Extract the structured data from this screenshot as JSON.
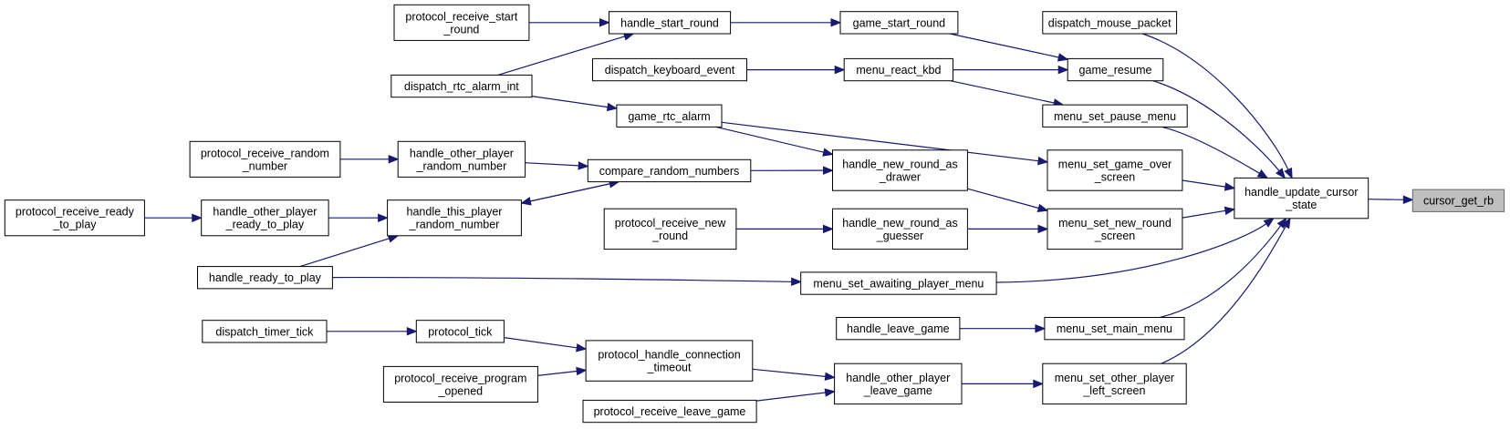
{
  "diagram": {
    "nodes": [
      {
        "id": "cursor_get_rb",
        "lines": [
          "cursor_get_rb"
        ],
        "highlight": true
      },
      {
        "id": "handle_update_cursor_state",
        "lines": [
          "handle_update_cursor",
          "_state"
        ]
      },
      {
        "id": "dispatch_mouse_packet",
        "lines": [
          "dispatch_mouse_packet"
        ]
      },
      {
        "id": "game_resume",
        "lines": [
          "game_resume"
        ]
      },
      {
        "id": "menu_set_pause_menu",
        "lines": [
          "menu_set_pause_menu"
        ]
      },
      {
        "id": "menu_set_game_over_screen",
        "lines": [
          "menu_set_game_over",
          "_screen"
        ]
      },
      {
        "id": "menu_set_new_round_screen",
        "lines": [
          "menu_set_new_round",
          "_screen"
        ]
      },
      {
        "id": "menu_set_awaiting_player_menu",
        "lines": [
          "menu_set_awaiting_player_menu"
        ]
      },
      {
        "id": "menu_set_main_menu",
        "lines": [
          "menu_set_main_menu"
        ]
      },
      {
        "id": "menu_set_other_player_left_screen",
        "lines": [
          "menu_set_other_player",
          "_left_screen"
        ]
      },
      {
        "id": "game_start_round",
        "lines": [
          "game_start_round"
        ]
      },
      {
        "id": "menu_react_kbd",
        "lines": [
          "menu_react_kbd"
        ]
      },
      {
        "id": "handle_new_round_as_drawer",
        "lines": [
          "handle_new_round_as",
          "_drawer"
        ]
      },
      {
        "id": "handle_new_round_as_guesser",
        "lines": [
          "handle_new_round_as",
          "_guesser"
        ]
      },
      {
        "id": "handle_leave_game",
        "lines": [
          "handle_leave_game"
        ]
      },
      {
        "id": "handle_other_player_leave_game",
        "lines": [
          "handle_other_player",
          "_leave_game"
        ]
      },
      {
        "id": "handle_start_round",
        "lines": [
          "handle_start_round"
        ]
      },
      {
        "id": "dispatch_keyboard_event",
        "lines": [
          "dispatch_keyboard_event"
        ]
      },
      {
        "id": "game_rtc_alarm",
        "lines": [
          "game_rtc_alarm"
        ]
      },
      {
        "id": "compare_random_numbers",
        "lines": [
          "compare_random_numbers"
        ]
      },
      {
        "id": "protocol_receive_new_round",
        "lines": [
          "protocol_receive_new",
          "_round"
        ]
      },
      {
        "id": "protocol_handle_connection_timeout",
        "lines": [
          "protocol_handle_connection",
          "_timeout"
        ]
      },
      {
        "id": "protocol_receive_leave_game",
        "lines": [
          "protocol_receive_leave_game"
        ]
      },
      {
        "id": "protocol_receive_start_round",
        "lines": [
          "protocol_receive_start",
          "_round"
        ]
      },
      {
        "id": "dispatch_rtc_alarm_int",
        "lines": [
          "dispatch_rtc_alarm_int"
        ]
      },
      {
        "id": "handle_other_player_random_number",
        "lines": [
          "handle_other_player",
          "_random_number"
        ]
      },
      {
        "id": "handle_this_player_random_number",
        "lines": [
          "handle_this_player",
          "_random_number"
        ]
      },
      {
        "id": "handle_ready_to_play",
        "lines": [
          "handle_ready_to_play"
        ]
      },
      {
        "id": "protocol_tick",
        "lines": [
          "protocol_tick"
        ]
      },
      {
        "id": "protocol_receive_program_opened",
        "lines": [
          "protocol_receive_program",
          "_opened"
        ]
      },
      {
        "id": "protocol_receive_random_number",
        "lines": [
          "protocol_receive_random",
          "_number"
        ]
      },
      {
        "id": "handle_other_player_ready_to_play",
        "lines": [
          "handle_other_player",
          "_ready_to_play"
        ]
      },
      {
        "id": "dispatch_timer_tick",
        "lines": [
          "dispatch_timer_tick"
        ]
      },
      {
        "id": "protocol_receive_ready_to_play",
        "lines": [
          "protocol_receive_ready",
          "_to_play"
        ]
      }
    ],
    "edges": [
      {
        "from": "handle_update_cursor_state",
        "to": "cursor_get_rb"
      },
      {
        "from": "dispatch_mouse_packet",
        "to": "handle_update_cursor_state"
      },
      {
        "from": "game_resume",
        "to": "handle_update_cursor_state"
      },
      {
        "from": "menu_set_pause_menu",
        "to": "handle_update_cursor_state"
      },
      {
        "from": "menu_set_game_over_screen",
        "to": "handle_update_cursor_state"
      },
      {
        "from": "menu_set_new_round_screen",
        "to": "handle_update_cursor_state"
      },
      {
        "from": "menu_set_awaiting_player_menu",
        "to": "handle_update_cursor_state"
      },
      {
        "from": "menu_set_main_menu",
        "to": "handle_update_cursor_state"
      },
      {
        "from": "menu_set_other_player_left_screen",
        "to": "handle_update_cursor_state"
      },
      {
        "from": "game_start_round",
        "to": "game_resume"
      },
      {
        "from": "menu_react_kbd",
        "to": "game_resume"
      },
      {
        "from": "menu_react_kbd",
        "to": "menu_set_pause_menu"
      },
      {
        "from": "game_rtc_alarm",
        "to": "menu_set_game_over_screen"
      },
      {
        "from": "handle_new_round_as_drawer",
        "to": "menu_set_new_round_screen"
      },
      {
        "from": "handle_new_round_as_guesser",
        "to": "menu_set_new_round_screen"
      },
      {
        "from": "handle_ready_to_play",
        "to": "menu_set_awaiting_player_menu"
      },
      {
        "from": "handle_leave_game",
        "to": "menu_set_main_menu"
      },
      {
        "from": "handle_other_player_leave_game",
        "to": "menu_set_other_player_left_screen"
      },
      {
        "from": "handle_start_round",
        "to": "game_start_round"
      },
      {
        "from": "dispatch_keyboard_event",
        "to": "menu_react_kbd"
      },
      {
        "from": "game_rtc_alarm",
        "to": "handle_new_round_as_drawer"
      },
      {
        "from": "compare_random_numbers",
        "to": "handle_new_round_as_drawer"
      },
      {
        "from": "protocol_receive_new_round",
        "to": "handle_new_round_as_guesser"
      },
      {
        "from": "protocol_handle_connection_timeout",
        "to": "handle_other_player_leave_game"
      },
      {
        "from": "protocol_receive_leave_game",
        "to": "handle_other_player_leave_game"
      },
      {
        "from": "protocol_receive_start_round",
        "to": "handle_start_round"
      },
      {
        "from": "dispatch_rtc_alarm_int",
        "to": "handle_start_round"
      },
      {
        "from": "dispatch_rtc_alarm_int",
        "to": "game_rtc_alarm"
      },
      {
        "from": "handle_other_player_random_number",
        "to": "compare_random_numbers"
      },
      {
        "from": "handle_this_player_random_number",
        "to": "compare_random_numbers"
      },
      {
        "from": "compare_random_numbers",
        "to": "handle_this_player_random_number"
      },
      {
        "from": "protocol_tick",
        "to": "protocol_handle_connection_timeout"
      },
      {
        "from": "protocol_receive_program_opened",
        "to": "protocol_handle_connection_timeout"
      },
      {
        "from": "protocol_receive_random_number",
        "to": "handle_other_player_random_number"
      },
      {
        "from": "handle_other_player_ready_to_play",
        "to": "handle_this_player_random_number"
      },
      {
        "from": "handle_ready_to_play",
        "to": "handle_this_player_random_number"
      },
      {
        "from": "dispatch_timer_tick",
        "to": "protocol_tick"
      },
      {
        "from": "protocol_receive_ready_to_play",
        "to": "handle_other_player_ready_to_play"
      }
    ]
  }
}
